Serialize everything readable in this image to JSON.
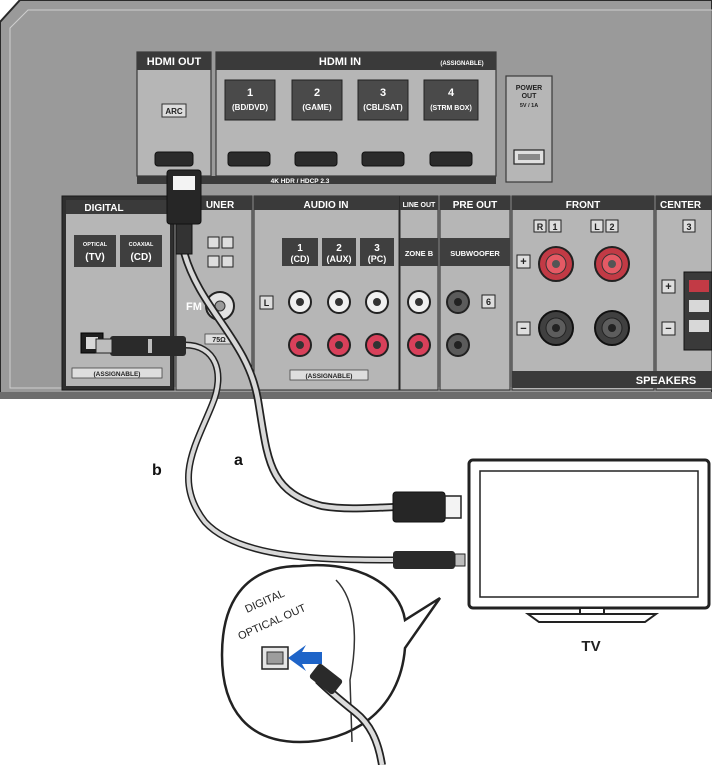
{
  "panel": {
    "hdmi_out": {
      "header": "HDMI OUT",
      "arc": "ARC"
    },
    "hdmi_in": {
      "header": "HDMI IN",
      "assignable": "(ASSIGNABLE)",
      "ports": [
        {
          "num": "1",
          "name": "(BD/DVD)"
        },
        {
          "num": "2",
          "name": "(GAME)"
        },
        {
          "num": "3",
          "name": "(CBL/SAT)"
        },
        {
          "num": "4",
          "name": "(STRM BOX)"
        }
      ],
      "footer": "4K HDR / HDCP 2.3"
    },
    "power_out": {
      "line1": "POWER",
      "line2": "OUT",
      "rating": "5V / 1A"
    },
    "digital_in": {
      "header": "DIGITAL",
      "optical_label": "OPTICAL",
      "optical_sub": "(TV)",
      "coaxial_label": "COAXIAL",
      "coaxial_sub": "(CD)",
      "assignable": "(ASSIGNABLE)"
    },
    "tuner": {
      "header": "UNER",
      "fm": "FM",
      "impedance": "75Ω"
    },
    "audio_in": {
      "header": "AUDIO IN",
      "channels": [
        {
          "num": "1",
          "name": "(CD)"
        },
        {
          "num": "2",
          "name": "(AUX)"
        },
        {
          "num": "3",
          "name": "(PC)"
        }
      ],
      "left_marker": "L",
      "assignable": "(ASSIGNABLE)"
    },
    "line_out": {
      "header": "LINE OUT",
      "zone": "ZONE B"
    },
    "pre_out": {
      "header": "PRE OUT",
      "subwoofer": "SUBWOOFER",
      "number": "6"
    },
    "front": {
      "header": "FRONT",
      "right_letter": "R",
      "right_num": "1",
      "left_letter": "L",
      "left_num": "2",
      "plus": "+",
      "minus": "−"
    },
    "center": {
      "header": "CENTER",
      "num": "3",
      "plus": "+",
      "minus": "−"
    },
    "speakers_label": "SPEAKERS"
  },
  "cables": {
    "hdmi_label": "a",
    "optical_label": "b"
  },
  "callout": {
    "line1": "DIGITAL",
    "line2": "OPTICAL OUT"
  },
  "tv": {
    "label": "TV"
  }
}
